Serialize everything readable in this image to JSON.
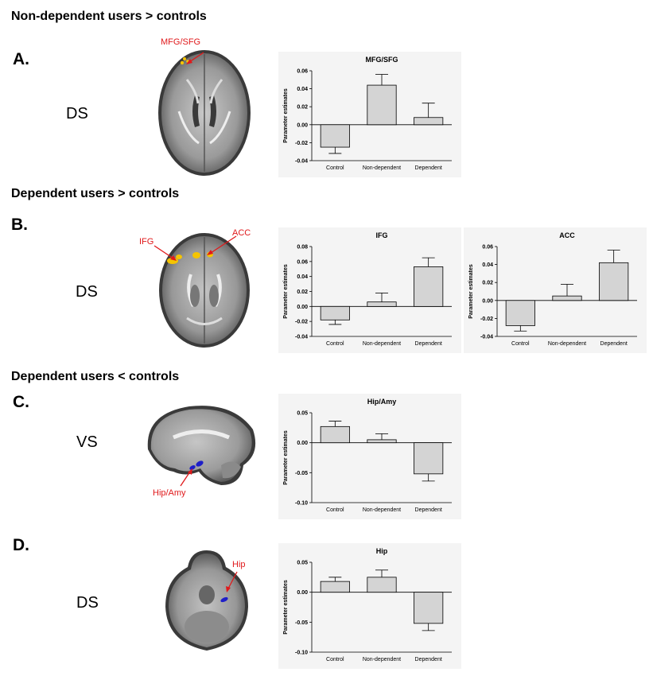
{
  "headings": {
    "a": "Non-dependent users > controls",
    "b": "Dependent users > controls",
    "c": "Dependent users < controls"
  },
  "panels": {
    "a": {
      "label": "A.",
      "region": "DS",
      "brain_labels": [
        "MFG/SFG"
      ]
    },
    "b": {
      "label": "B.",
      "region": "DS",
      "brain_labels": [
        "IFG",
        "ACC"
      ]
    },
    "c": {
      "label": "C.",
      "region": "VS",
      "brain_labels": [
        "Hip/Amy"
      ]
    },
    "d": {
      "label": "D.",
      "region": "DS",
      "brain_labels": [
        "Hip"
      ]
    }
  },
  "colors": {
    "bar_fill": "#d4d4d4",
    "activation_warm": "#f5c400",
    "activation_cool": "#1e1ec8",
    "annotation_red": "#e0191b"
  },
  "chart_data": [
    {
      "type": "bar",
      "title": "MFG/SFG",
      "ylabel": "Parameter estimates",
      "categories": [
        "Control",
        "Non-dependent",
        "Dependent"
      ],
      "values": [
        -0.025,
        0.044,
        0.008
      ],
      "errors": [
        0.007,
        0.012,
        0.016
      ],
      "ylim": [
        -0.04,
        0.06
      ],
      "yticks": [
        -0.04,
        -0.02,
        0.0,
        0.02,
        0.04,
        0.06
      ],
      "ytick_labels": [
        "-0.04",
        "-0.02",
        "0.00",
        "0.02",
        "0.04",
        "0.06"
      ]
    },
    {
      "type": "bar",
      "title": "IFG",
      "ylabel": "Parameter estimates",
      "categories": [
        "Control",
        "Non-dependent",
        "Dependent"
      ],
      "values": [
        -0.018,
        0.006,
        0.053
      ],
      "errors": [
        0.006,
        0.012,
        0.012
      ],
      "ylim": [
        -0.04,
        0.08
      ],
      "yticks": [
        -0.04,
        -0.02,
        0.0,
        0.02,
        0.04,
        0.06,
        0.08
      ],
      "ytick_labels": [
        "-0.04",
        "-0.02",
        "0.00",
        "0.02",
        "0.04",
        "0.06",
        "0.08"
      ]
    },
    {
      "type": "bar",
      "title": "ACC",
      "ylabel": "Parameter estimates",
      "categories": [
        "Control",
        "Non-dependent",
        "Dependent"
      ],
      "values": [
        -0.028,
        0.005,
        0.042
      ],
      "errors": [
        0.006,
        0.013,
        0.014
      ],
      "ylim": [
        -0.04,
        0.06
      ],
      "yticks": [
        -0.04,
        -0.02,
        0.0,
        0.02,
        0.04,
        0.06
      ],
      "ytick_labels": [
        "-0.04",
        "-0.02",
        "0.00",
        "0.02",
        "0.04",
        "0.06"
      ]
    },
    {
      "type": "bar",
      "title": "Hip/Amy",
      "ylabel": "Parameter estimates",
      "categories": [
        "Control",
        "Non-dependent",
        "Dependent"
      ],
      "values": [
        0.027,
        0.005,
        -0.052
      ],
      "errors": [
        0.009,
        0.01,
        0.012
      ],
      "ylim": [
        -0.1,
        0.05
      ],
      "yticks": [
        -0.1,
        -0.05,
        0.0,
        0.05
      ],
      "ytick_labels": [
        "-0.10",
        "-0.05",
        "0.00",
        "0.05"
      ]
    },
    {
      "type": "bar",
      "title": "Hip",
      "ylabel": "Parameter estimates",
      "categories": [
        "Control",
        "Non-dependent",
        "Dependent"
      ],
      "values": [
        0.018,
        0.025,
        -0.052
      ],
      "errors": [
        0.007,
        0.012,
        0.012
      ],
      "ylim": [
        -0.1,
        0.05
      ],
      "yticks": [
        -0.1,
        -0.05,
        0.0,
        0.05
      ],
      "ytick_labels": [
        "-0.10",
        "-0.05",
        "0.00",
        "0.05"
      ]
    }
  ]
}
